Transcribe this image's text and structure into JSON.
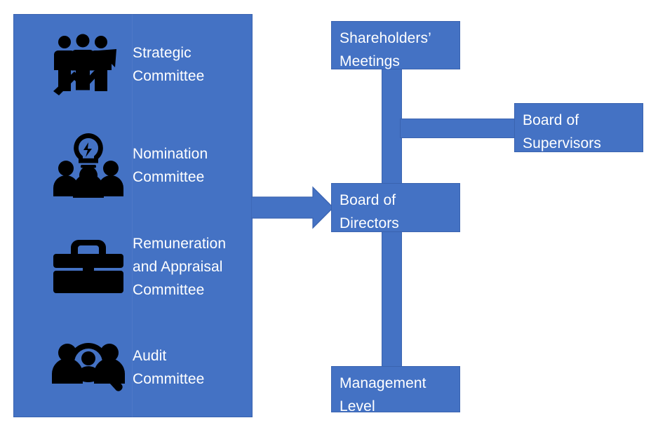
{
  "theme": {
    "accent": "#4472C4",
    "accent_border": "#3A63B0",
    "text_on_accent": "#FFFFFF",
    "background": "#FFFFFF",
    "icon_color": "#000000"
  },
  "panel": {
    "name": "committees-panel",
    "committees": [
      {
        "label": "Strategic\nCommittee",
        "line1": "Strategic",
        "line2": "Committee",
        "line3": "",
        "icon": "three-people-growth-arrow-icon"
      },
      {
        "label": "Nomination\nCommittee",
        "line1": "Nomination",
        "line2": "Committee",
        "line3": "",
        "icon": "lightbulb-people-icon"
      },
      {
        "label": "Remuneration and Appraisal Committee",
        "line1": "Remuneration",
        "line2": "and Appraisal",
        "line3": "Committee",
        "icon": "briefcase-icon"
      },
      {
        "label": "Audit Committee",
        "line1": "Audit",
        "line2": "Committee",
        "line3": "",
        "icon": "magnifier-people-icon"
      }
    ]
  },
  "hierarchy": {
    "nodes": [
      {
        "id": "shareholders",
        "line1": "Shareholders’",
        "line2": "Meetings"
      },
      {
        "id": "supervisors",
        "line1": "Board of",
        "line2": "Supervisors"
      },
      {
        "id": "directors",
        "line1": "Board of",
        "line2": "Directors"
      },
      {
        "id": "management",
        "line1": "Management",
        "line2": "Level"
      }
    ]
  },
  "connectors": [
    {
      "name": "trunk-shareholders-to-management",
      "orientation": "vertical"
    },
    {
      "name": "branch-to-board-of-supervisors",
      "orientation": "horizontal"
    },
    {
      "name": "arrow-committees-to-board-of-directors",
      "orientation": "horizontal-arrow"
    }
  ],
  "chart_data": {
    "type": "diagram",
    "title": "",
    "relationships": [
      {
        "from": "Shareholders’ Meetings",
        "to": "Board of Supervisors",
        "style": "line"
      },
      {
        "from": "Shareholders’ Meetings",
        "to": "Board of Directors",
        "style": "line"
      },
      {
        "from": "Board of Directors",
        "to": "Management Level",
        "style": "line"
      },
      {
        "from": "Committees",
        "to": "Board of Directors",
        "style": "arrow"
      }
    ]
  }
}
